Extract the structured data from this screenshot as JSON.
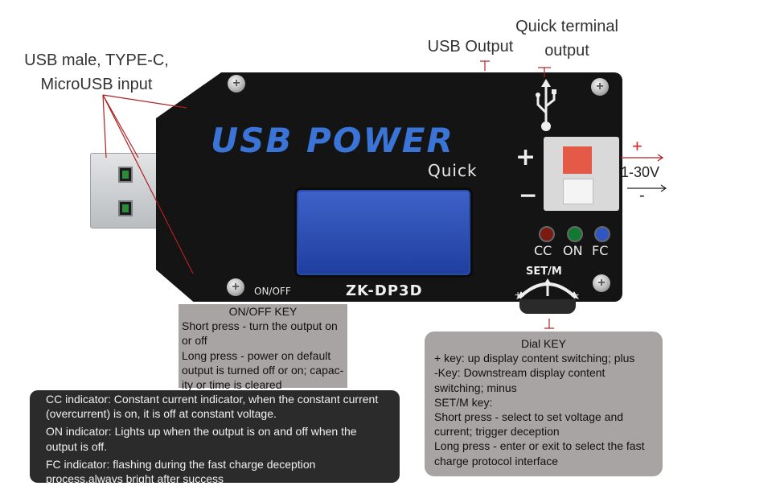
{
  "callouts": {
    "usb_input": [
      "USB male, TYPE-C,",
      "MicroUSB input"
    ],
    "usb_output": "USB Output",
    "quick_terminal": [
      "Quick terminal",
      "output"
    ]
  },
  "device": {
    "logo": "USB POWER",
    "logo_sub": "Quick",
    "model": "ZK-DP3D",
    "onoff_print": "ON/OFF",
    "plus_sign": "+",
    "minus_sign": "−",
    "leds": [
      {
        "label": "CC",
        "color": "#7a1a12"
      },
      {
        "label": "ON",
        "color": "#0f7a30"
      },
      {
        "label": "FC",
        "color": "#2f57c4"
      }
    ],
    "set_label": "SET/M",
    "dial_plus": "+",
    "dial_minus": "−"
  },
  "output": {
    "plus": "+",
    "minus": "-",
    "range": "1-30V"
  },
  "onoff_key": {
    "title": "ON/OFF KEY",
    "lines": [
      "Short press - turn the output on or off",
      "Long press - power on default output is turned off or on; capac- ity or time is cleared"
    ]
  },
  "dial_key": {
    "title": "Dial KEY",
    "lines": [
      "+ key: up display content switching; plus",
      " -Key: Downstream display content switching; minus",
      "SET/M key:",
      "Short press - select to set voltage and current; trigger deception",
      "Long press - enter or exit to select the fast charge protocol interface"
    ]
  },
  "indicators": [
    "CC indicator: Constant current indicator, when the constant current (overcurrent) is on, it is off at constant voltage.",
    "ON indicator: Lights up when the output is on and off when the output is off.",
    "FC indicator: flashing during the fast charge deception process,always bright after success"
  ]
}
